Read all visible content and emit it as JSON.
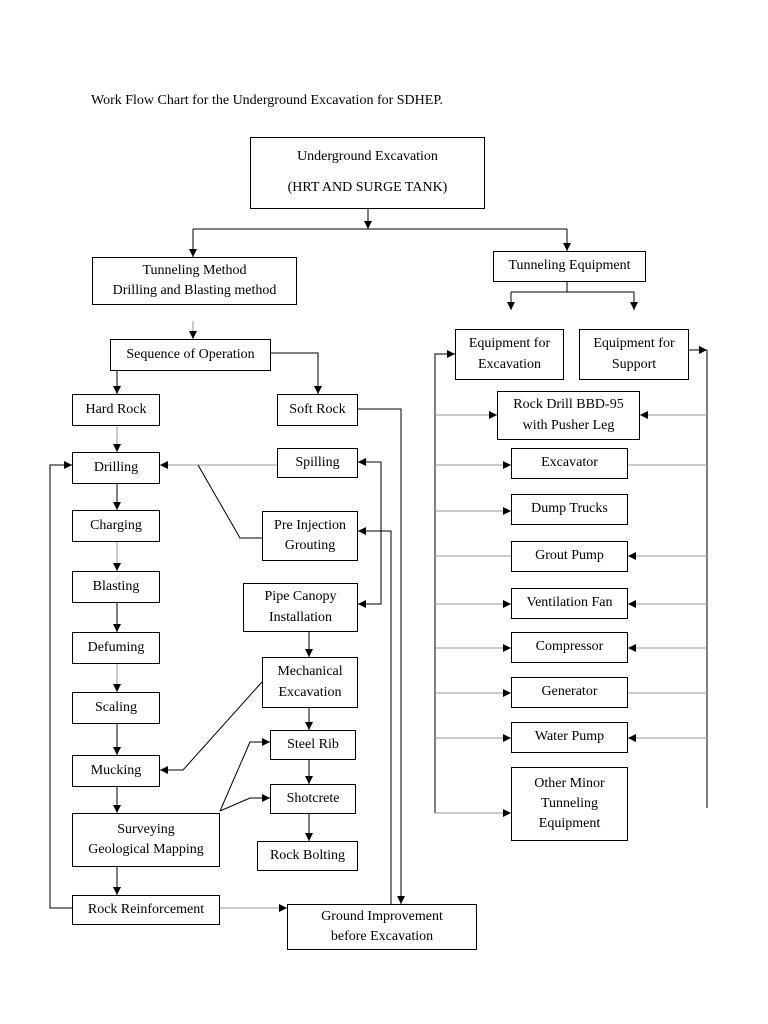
{
  "caption": "Work Flow Chart for the Underground Excavation for SDHEP.",
  "nodes": {
    "root": [
      "Underground Excavation",
      "(HRT AND SURGE TANK)"
    ],
    "method": [
      "Tunneling Method",
      "Drilling and Blasting method"
    ],
    "equipment": [
      "Tunneling Equipment"
    ],
    "sequence": [
      "Sequence of Operation"
    ],
    "hard_rock": [
      "Hard Rock"
    ],
    "soft_rock": [
      "Soft Rock"
    ],
    "drilling": [
      "Drilling"
    ],
    "charging": [
      "Charging"
    ],
    "blasting": [
      "Blasting"
    ],
    "defuming": [
      "Defuming"
    ],
    "scaling": [
      "Scaling"
    ],
    "mucking": [
      "Mucking"
    ],
    "surveying": [
      "Surveying",
      "Geological Mapping"
    ],
    "rock_reinforcement": [
      "Rock Reinforcement"
    ],
    "spilling": [
      "Spilling"
    ],
    "pre_injection": [
      "Pre Injection",
      "Grouting"
    ],
    "pipe_canopy": [
      "Pipe Canopy",
      "Installation"
    ],
    "mech_excavation": [
      "Mechanical",
      "Excavation"
    ],
    "steel_rib": [
      "Steel Rib"
    ],
    "shotcrete": [
      "Shotcrete"
    ],
    "rock_bolting": [
      "Rock Bolting"
    ],
    "ground_improvement": [
      "Ground Improvement",
      "before Excavation"
    ],
    "equip_excavation": [
      "Equipment for",
      "Excavation"
    ],
    "equip_support": [
      "Equipment for",
      "Support"
    ],
    "rock_drill": [
      "Rock Drill BBD-95",
      "with Pusher Leg"
    ],
    "excavator": [
      "Excavator"
    ],
    "dump_trucks": [
      "Dump Trucks"
    ],
    "grout_pump": [
      "Grout Pump"
    ],
    "ventilation_fan": [
      "Ventilation Fan"
    ],
    "compressor": [
      "Compressor"
    ],
    "generator": [
      "Generator"
    ],
    "water_pump": [
      "Water Pump"
    ],
    "other_minor": [
      "Other Minor",
      "Tunneling",
      "Equipment"
    ]
  }
}
